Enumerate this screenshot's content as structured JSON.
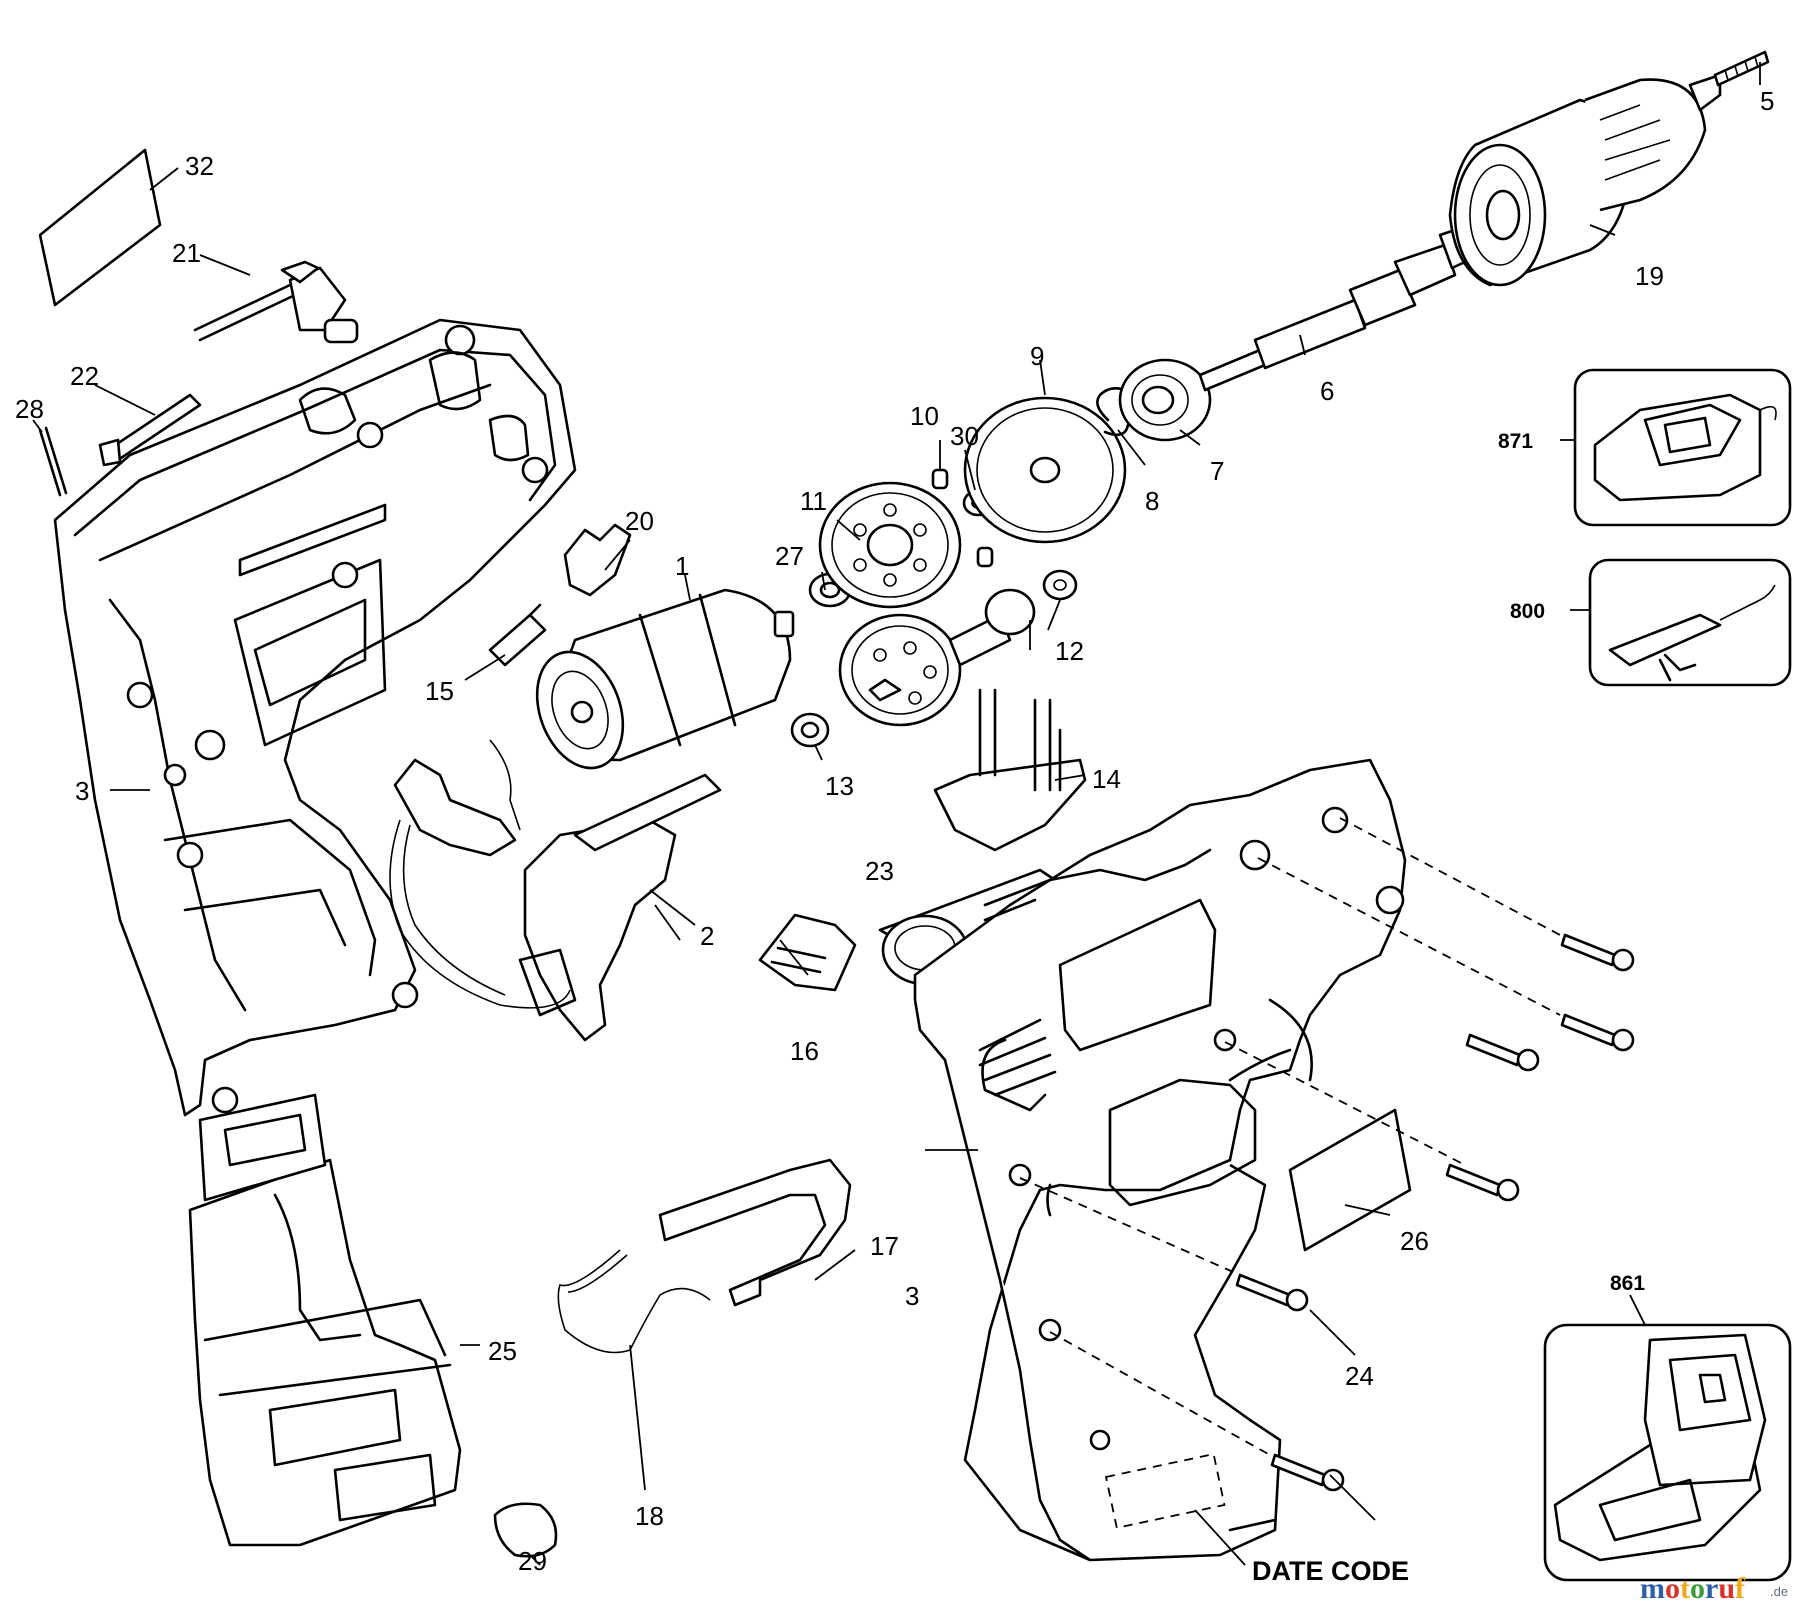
{
  "callouts": {
    "c1": "1",
    "c2": "2",
    "c3a": "3",
    "c3b": "3",
    "c5": "5",
    "c6": "6",
    "c7": "7",
    "c8": "8",
    "c9": "9",
    "c10": "10",
    "c11": "11",
    "c12": "12",
    "c13": "13",
    "c14": "14",
    "c15": "15",
    "c16": "16",
    "c17": "17",
    "c18": "18",
    "c19": "19",
    "c20": "20",
    "c21": "21",
    "c22": "22",
    "c23": "23",
    "c24": "24",
    "c25": "25",
    "c26": "26",
    "c27": "27",
    "c28": "28",
    "c29": "29",
    "c30": "30",
    "c32": "32",
    "c800": "800",
    "c861": "861",
    "c871": "871"
  },
  "date_code_label": "DATE CODE",
  "watermark": {
    "text": "motoruf",
    "suffix": ".de",
    "colors": {
      "m": "#2f5ea8",
      "o1": "#d8322b",
      "t": "#f0a81c",
      "o2": "#3c9a3a",
      "r": "#2f5ea8",
      "u": "#d8322b",
      "f": "#f0a81c"
    }
  }
}
